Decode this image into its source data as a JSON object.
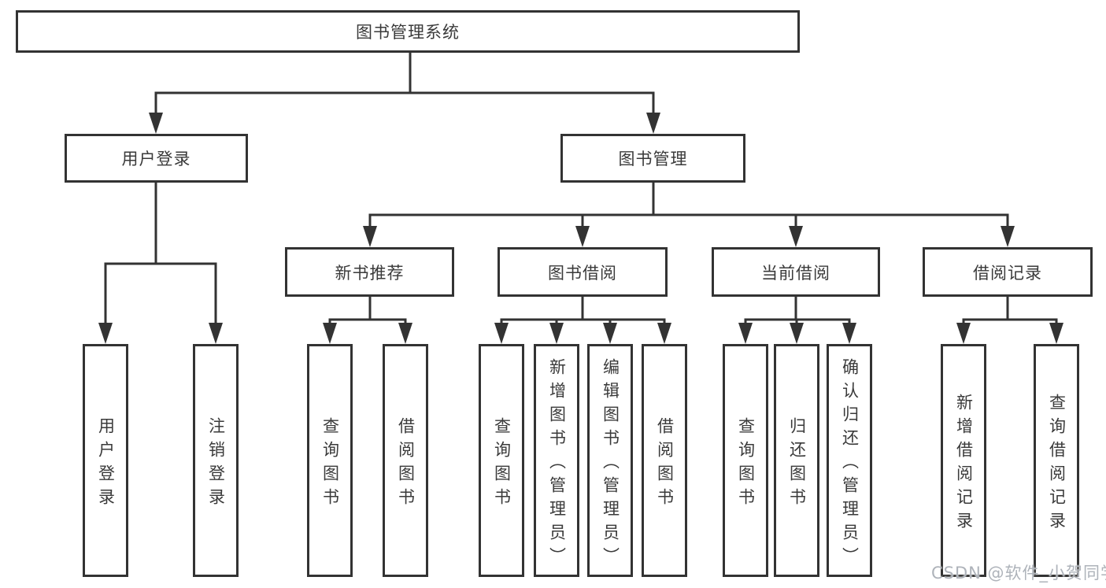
{
  "tree": {
    "label": "图书管理系统",
    "children": [
      {
        "label": "用户登录",
        "children": [
          {
            "label": "用户登录"
          },
          {
            "label": "注销登录"
          }
        ]
      },
      {
        "label": "图书管理",
        "children": [
          {
            "label": "新书推荐",
            "children": [
              {
                "label": "查询图书"
              },
              {
                "label": "借阅图书"
              }
            ]
          },
          {
            "label": "图书借阅",
            "children": [
              {
                "label": "查询图书"
              },
              {
                "label": "新增图书（管理员）"
              },
              {
                "label": "编辑图书（管理员）"
              },
              {
                "label": "借阅图书"
              }
            ]
          },
          {
            "label": "当前借阅",
            "children": [
              {
                "label": "查询图书"
              },
              {
                "label": "归还图书"
              },
              {
                "label": "确认归还（管理员）"
              }
            ]
          },
          {
            "label": "借阅记录",
            "children": [
              {
                "label": "新增借阅记录"
              },
              {
                "label": "查询借阅记录"
              }
            ]
          }
        ]
      }
    ]
  },
  "watermark": {
    "text": "CSDN @软件_小贺同学"
  },
  "colors": {
    "line": "#333333",
    "box_border": "#333333",
    "box_fill": "#ffffff",
    "text": "#3a3a3a",
    "watermark": "#aeb3ba",
    "background": "#ffffff"
  }
}
